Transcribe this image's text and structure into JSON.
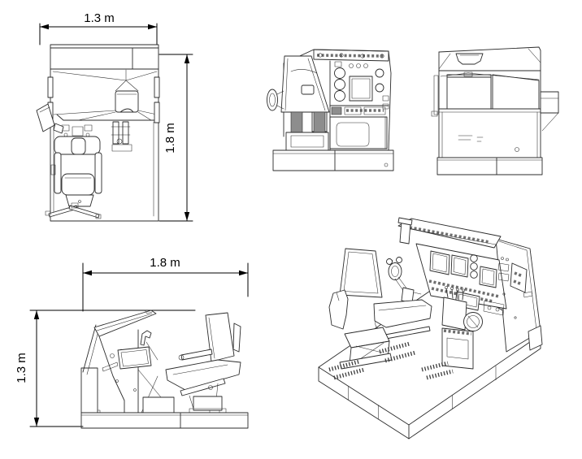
{
  "drawing": {
    "background": "#ffffff",
    "line_color": "#2b2b2b",
    "dim_color": "#000000",
    "subject": "flight-simulator-cockpit-multiview-technical-drawing",
    "dimensions": {
      "top_view_width": "1.3 m",
      "top_view_depth": "1.8 m",
      "side_view_length": "1.8 m",
      "side_view_height": "1.3 m"
    }
  }
}
